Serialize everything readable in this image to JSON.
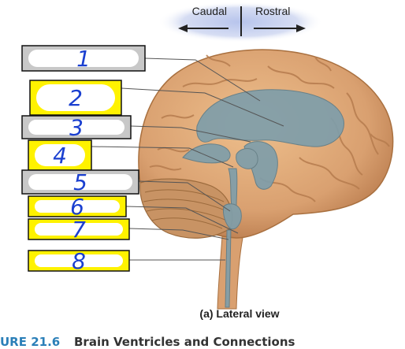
{
  "orientation": {
    "caudal": "Caudal",
    "rostral": "Rostral"
  },
  "view_caption": "(a) Lateral view",
  "figure_caption": {
    "number": "URE 21.6",
    "title": "Brain Ventricles and Connections"
  },
  "label_boxes": [
    {
      "number": "1",
      "fill": "gray"
    },
    {
      "number": "2",
      "fill": "yellow"
    },
    {
      "number": "3",
      "fill": "gray"
    },
    {
      "number": "4",
      "fill": "yellow"
    },
    {
      "number": "5",
      "fill": "gray"
    },
    {
      "number": "6",
      "fill": "yellow"
    },
    {
      "number": "7",
      "fill": "yellow"
    },
    {
      "number": "8",
      "fill": "yellow"
    }
  ],
  "colors": {
    "gray_box": "#c8c8c8",
    "yellow_box": "#fff200",
    "handwriting": "#1a3fd0",
    "brain": "#d9a070",
    "ventricle": "#7f9eaa",
    "header_glow": "#c9d3ee"
  }
}
